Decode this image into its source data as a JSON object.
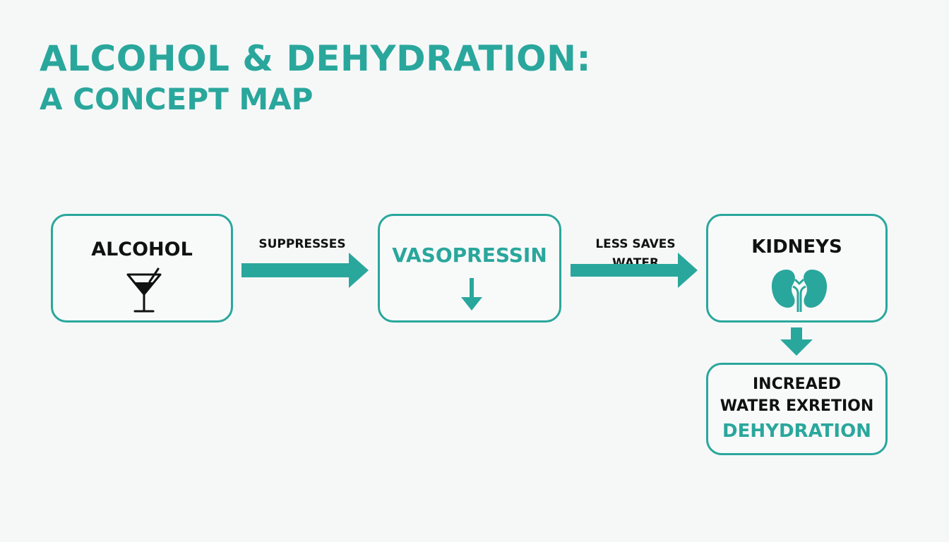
{
  "title": "ALCOHOL & DEHYDRATION:",
  "subtitle": "A CONCEPT MAP",
  "nodes": {
    "alcohol": {
      "label": "ALCOHOL",
      "icon": "martini-glass-icon"
    },
    "vasopressin": {
      "label": "VASOPRESSIN",
      "icon": "down-arrow-icon"
    },
    "kidneys": {
      "label": "KIDNEYS",
      "icon": "kidneys-icon"
    },
    "outcome": {
      "line1": "INCREAED",
      "line2": "WATER EXRETION",
      "line3": "DEHYDRATION"
    }
  },
  "edges": {
    "alcohol_to_vasopressin": "SUPPRESSES",
    "vasopressin_to_kidneys_line1": "LESS SAVES",
    "vasopressin_to_kidneys_line2": "WATER"
  },
  "colors": {
    "accent": "#2aa79c",
    "text": "#111111",
    "background": "#f6f8f8"
  }
}
